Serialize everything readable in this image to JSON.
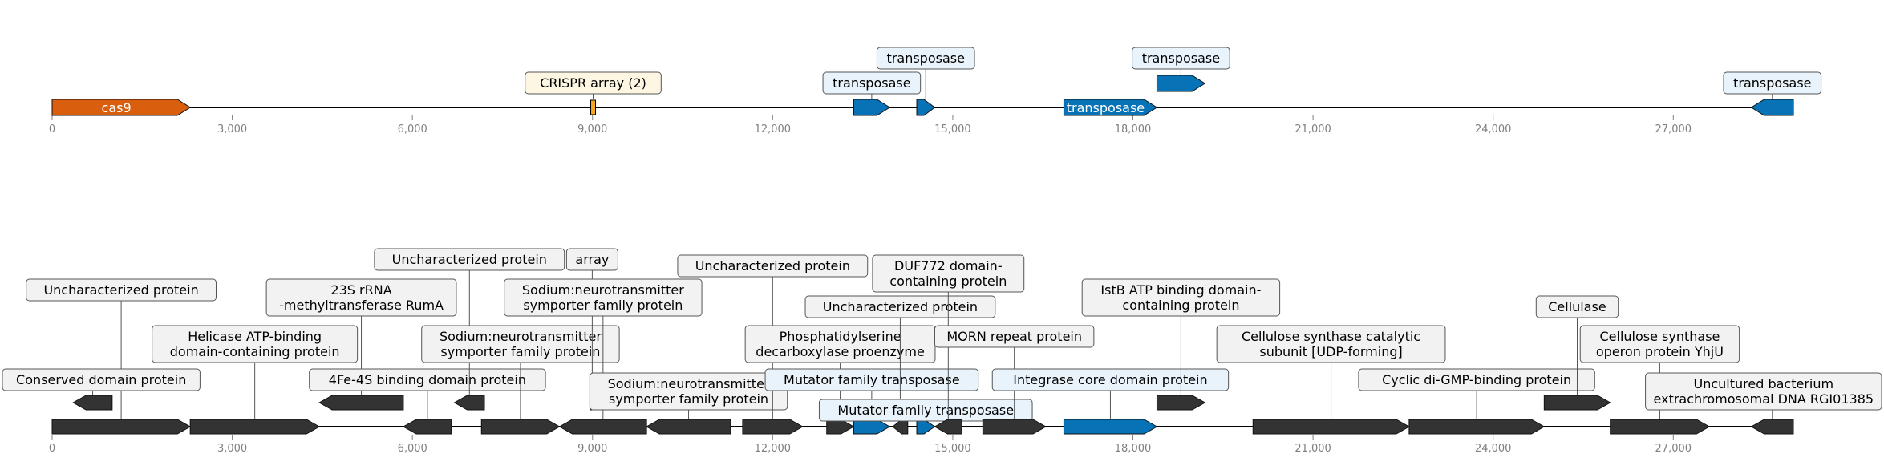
{
  "colors": {
    "cas9": "#d95f0e",
    "crispr": "#f5a623",
    "transposase": "#0872b7",
    "gene": "#333333",
    "label_fill_default": "#f2f2f2",
    "label_fill_transposase": "#e8f3fb",
    "label_fill_crispr": "#fdf6e3",
    "axis_text": "#808080"
  },
  "axis": {
    "min": 0,
    "max": 29000,
    "ticks": [
      {
        "value": 0,
        "label": "0"
      },
      {
        "value": 3000,
        "label": "3,000"
      },
      {
        "value": 6000,
        "label": "6,000"
      },
      {
        "value": 9000,
        "label": "9,000"
      },
      {
        "value": 12000,
        "label": "12,000"
      },
      {
        "value": 15000,
        "label": "15,000"
      },
      {
        "value": 18000,
        "label": "18,000"
      },
      {
        "value": 21000,
        "label": "21,000"
      },
      {
        "value": 24000,
        "label": "24,000"
      },
      {
        "value": 27000,
        "label": "27,000"
      }
    ]
  },
  "top_track": {
    "features": [
      {
        "name": "cas9",
        "start": 0,
        "end": 2300,
        "strand": 1,
        "kind": "cas9",
        "inner_label": "cas9"
      },
      {
        "name": "crispr-array",
        "start": 8970,
        "end": 9050,
        "strand": 0,
        "kind": "crispr",
        "label": "CRISPR array (2)",
        "level": 1
      },
      {
        "name": "transposase-1",
        "start": 13350,
        "end": 13950,
        "strand": 1,
        "kind": "transposase",
        "label": "transposase",
        "level": 1
      },
      {
        "name": "transposase-2",
        "start": 14400,
        "end": 14700,
        "strand": 1,
        "kind": "transposase",
        "label": "transposase",
        "level": 2
      },
      {
        "name": "transposase-3",
        "start": 16850,
        "end": 18400,
        "strand": 1,
        "kind": "transposase",
        "inner_label": "transposase"
      },
      {
        "name": "transposase-4",
        "start": 18400,
        "end": 19200,
        "strand": 1,
        "kind": "transposase",
        "label": "transposase",
        "level": 2,
        "raised": true
      },
      {
        "name": "transposase-5",
        "start": 28300,
        "end": 29000,
        "strand": -1,
        "kind": "transposase",
        "label": "transposase",
        "level": 1
      }
    ]
  },
  "bottom_track": {
    "features": [
      {
        "name": "gene-1",
        "start": 0,
        "end": 2300,
        "strand": 1,
        "row": 0,
        "kind": "gene",
        "label": "Uncharacterized protein",
        "level": 5
      },
      {
        "name": "gene-2",
        "start": 350,
        "end": 1000,
        "strand": -1,
        "row": 1,
        "kind": "gene",
        "label": "Conserved domain protein",
        "level": 2
      },
      {
        "name": "gene-3",
        "start": 2300,
        "end": 4450,
        "strand": 1,
        "row": 0,
        "kind": "gene",
        "label": "Helicase ATP-binding\ndomain-containing protein",
        "level": 3
      },
      {
        "name": "gene-4",
        "start": 4450,
        "end": 5850,
        "strand": -1,
        "row": 1,
        "kind": "gene",
        "label": "23S rRNA\n-methyltransferase RumA",
        "level": 5
      },
      {
        "name": "gene-5",
        "start": 5850,
        "end": 6650,
        "strand": -1,
        "row": 0,
        "kind": "gene",
        "label": "4Fe-4S binding domain protein",
        "level": 2
      },
      {
        "name": "gene-6",
        "start": 6700,
        "end": 7200,
        "strand": -1,
        "row": 1,
        "kind": "gene",
        "label": "Uncharacterized protein",
        "level": 7
      },
      {
        "name": "gene-7",
        "start": 7150,
        "end": 8450,
        "strand": 1,
        "row": 0,
        "kind": "gene",
        "label": "Sodium:neurotransmitter\nsymporter family protein",
        "level": 3
      },
      {
        "name": "array-element",
        "start": 8960,
        "end": 9030,
        "strand": 1,
        "row": 1,
        "kind": "gene",
        "label": "array",
        "level": 7
      },
      {
        "name": "gene-8",
        "start": 8450,
        "end": 9900,
        "strand": -1,
        "row": 0,
        "kind": "gene",
        "label": "Sodium:neurotransmitter\nsymporter family protein",
        "level": 5
      },
      {
        "name": "gene-9",
        "start": 9900,
        "end": 11300,
        "strand": -1,
        "row": 0,
        "kind": "gene",
        "label": "Sodium:neurotransmitter\nsymporter family protein",
        "level": 1
      },
      {
        "name": "gene-10",
        "start": 11500,
        "end": 12500,
        "strand": 1,
        "row": 0,
        "kind": "gene",
        "label": "Uncharacterized protein",
        "level": 6
      },
      {
        "name": "gene-11",
        "start": 12900,
        "end": 13350,
        "strand": 1,
        "row": 0,
        "kind": "gene",
        "label": "Phosphatidylserine\ndecarboxylase proenzyme",
        "level": 3
      },
      {
        "name": "transposase-b1",
        "start": 13350,
        "end": 13950,
        "strand": 1,
        "row": 0,
        "kind": "transposase",
        "label": "Mutator family transposase",
        "level": 2
      },
      {
        "name": "gene-12",
        "start": 14000,
        "end": 14250,
        "strand": -1,
        "row": 0,
        "kind": "gene",
        "label": "Uncharacterized protein",
        "level": 4
      },
      {
        "name": "transposase-b2",
        "start": 14400,
        "end": 14700,
        "strand": 1,
        "row": 0,
        "kind": "transposase",
        "label": "Mutator family transposase",
        "level": 1
      },
      {
        "name": "gene-13",
        "start": 14700,
        "end": 15150,
        "strand": -1,
        "row": 0,
        "kind": "gene",
        "label": "DUF772 domain-\ncontaining protein",
        "level": 6
      },
      {
        "name": "gene-14",
        "start": 15500,
        "end": 16550,
        "strand": 1,
        "row": 0,
        "kind": "gene",
        "label": "MORN repeat protein",
        "level": 3
      },
      {
        "name": "transposase-b3",
        "start": 16850,
        "end": 18400,
        "strand": 1,
        "row": 0,
        "kind": "transposase",
        "label": "Integrase core domain protein",
        "level": 2
      },
      {
        "name": "gene-15",
        "start": 18400,
        "end": 19200,
        "strand": 1,
        "row": 1,
        "kind": "gene",
        "label": "IstB ATP binding domain-\ncontaining protein",
        "level": 5
      },
      {
        "name": "gene-16",
        "start": 20000,
        "end": 22600,
        "strand": 1,
        "row": 0,
        "kind": "gene",
        "label": "Cellulose synthase catalytic\nsubunit [UDP-forming]",
        "level": 3
      },
      {
        "name": "gene-17",
        "start": 22600,
        "end": 24850,
        "strand": 1,
        "row": 0,
        "kind": "gene",
        "label": "Cyclic di-GMP-binding protein",
        "level": 2
      },
      {
        "name": "gene-18",
        "start": 24850,
        "end": 25950,
        "strand": 1,
        "row": 1,
        "kind": "gene",
        "label": "Cellulase",
        "level": 4
      },
      {
        "name": "gene-19",
        "start": 25950,
        "end": 27600,
        "strand": 1,
        "row": 0,
        "kind": "gene",
        "label": "Cellulose synthase\noperon protein YhjU",
        "level": 3
      },
      {
        "name": "gene-20",
        "start": 28300,
        "end": 29000,
        "strand": -1,
        "row": 0,
        "kind": "gene",
        "label": "Uncultured bacterium\nextrachromosomal DNA RGI01385",
        "level": 1
      }
    ]
  }
}
